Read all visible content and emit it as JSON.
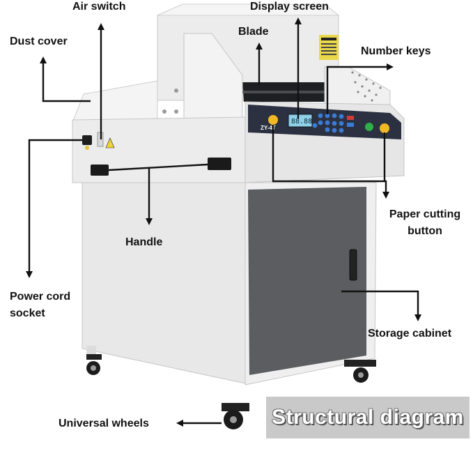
{
  "labels": {
    "air_switch": "Air switch",
    "display_screen": "Display screen",
    "dust_cover": "Dust cover",
    "blade": "Blade",
    "number_keys": "Number keys",
    "paper_cutting_line1": "Paper cutting",
    "paper_cutting_line2": "button",
    "handle": "Handle",
    "power_cord_line1": "Power cord",
    "power_cord_line2": "socket",
    "storage_cabinet": "Storage cabinet",
    "universal_wheels": "Universal wheels"
  },
  "banner": {
    "title": "Structural diagram"
  },
  "machine": {
    "panel_brand": "ZY-4T",
    "display_digits": "88.88"
  },
  "colors": {
    "body": "#ebebeb",
    "panel": "#2b3140",
    "cabinet_door": "#5b5d60",
    "arrow": "#111111",
    "banner": "#c9c9c9"
  }
}
